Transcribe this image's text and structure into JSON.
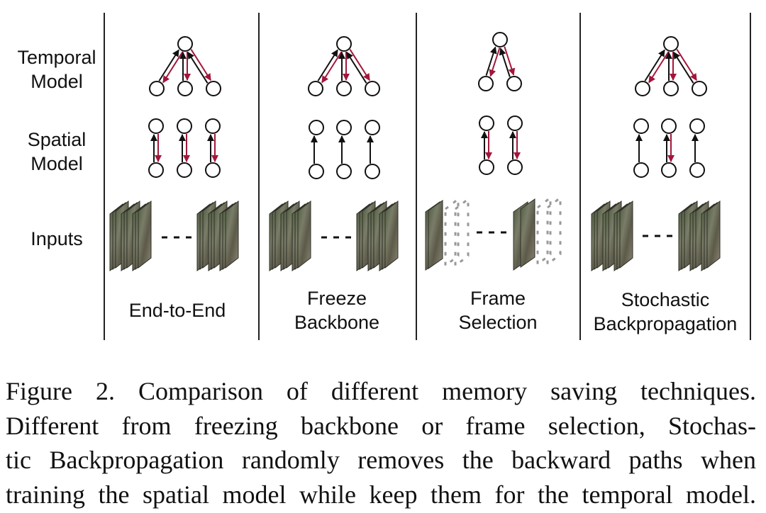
{
  "figure": {
    "row_labels": {
      "temporal": [
        "Temporal",
        "Model"
      ],
      "spatial": [
        "Spatial",
        "Model"
      ],
      "inputs": "Inputs"
    },
    "panels": [
      {
        "label": [
          "End-to-End"
        ]
      },
      {
        "label": [
          "Freeze",
          "Backbone"
        ]
      },
      {
        "label": [
          "Frame",
          "Selection"
        ]
      },
      {
        "label": [
          "Stochastic",
          "Backpropagation"
        ]
      }
    ],
    "colors": {
      "forward_arrow": "#111111",
      "backward_arrow": "#a3163a",
      "divider": "#222222",
      "frame_tint": "#6b6a55"
    }
  },
  "caption": {
    "lines": [
      "Figure 2.  Comparison of different memory saving techniques.",
      "Different from freezing backbone or frame selection, Stochas-",
      "tic Backpropagation randomly removes the backward paths when",
      "training the spatial model while keep them for the temporal model."
    ]
  }
}
